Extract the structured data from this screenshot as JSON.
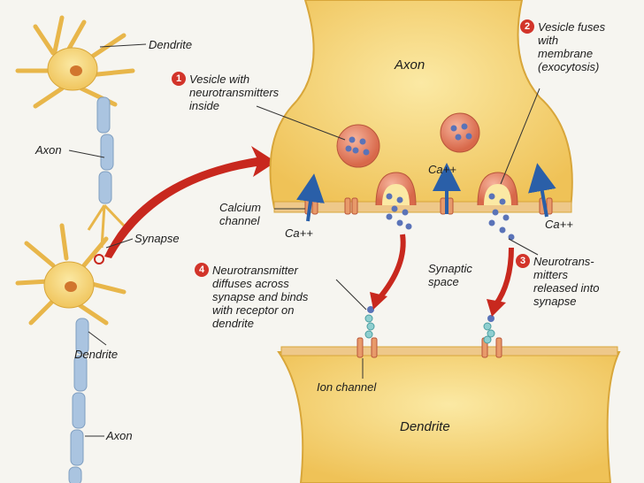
{
  "colors": {
    "cell_fill": "#f4d36a",
    "cell_edge": "#d8a63a",
    "axon_myelin": "#aac4e0",
    "vesicle": "#e07a5a",
    "neurotransmitter": "#5a73b8",
    "arrow_red": "#c8281e",
    "arrow_blue": "#2a5fa8",
    "step_badge": "#d2342a"
  },
  "labels": {
    "dendrite_top": "Dendrite",
    "axon_left": "Axon",
    "synapse": "Synapse",
    "dendrite_left": "Dendrite",
    "axon_bottom": "Axon",
    "axon_terminal": "Axon",
    "dendrite_bottom": "Dendrite",
    "calcium_channel": "Calcium\nchannel",
    "ca_left": "Ca++",
    "ca_mid": "Ca++",
    "ca_right": "Ca++",
    "synaptic_space": "Synaptic\nspace",
    "ion_channel": "Ion channel"
  },
  "steps": [
    {
      "num": "1",
      "text": "Vesicle with\nneurotransmitters\ninside"
    },
    {
      "num": "2",
      "text": "Vesicle fuses\nwith\nmembrane\n(exocytosis)"
    },
    {
      "num": "3",
      "text": "Neurotrans-\nmitters\nreleased into\nsynapse"
    },
    {
      "num": "4",
      "text": "Neurotransmitter\ndiffuses across\nsynapse and binds\nwith receptor on\ndendrite"
    }
  ]
}
